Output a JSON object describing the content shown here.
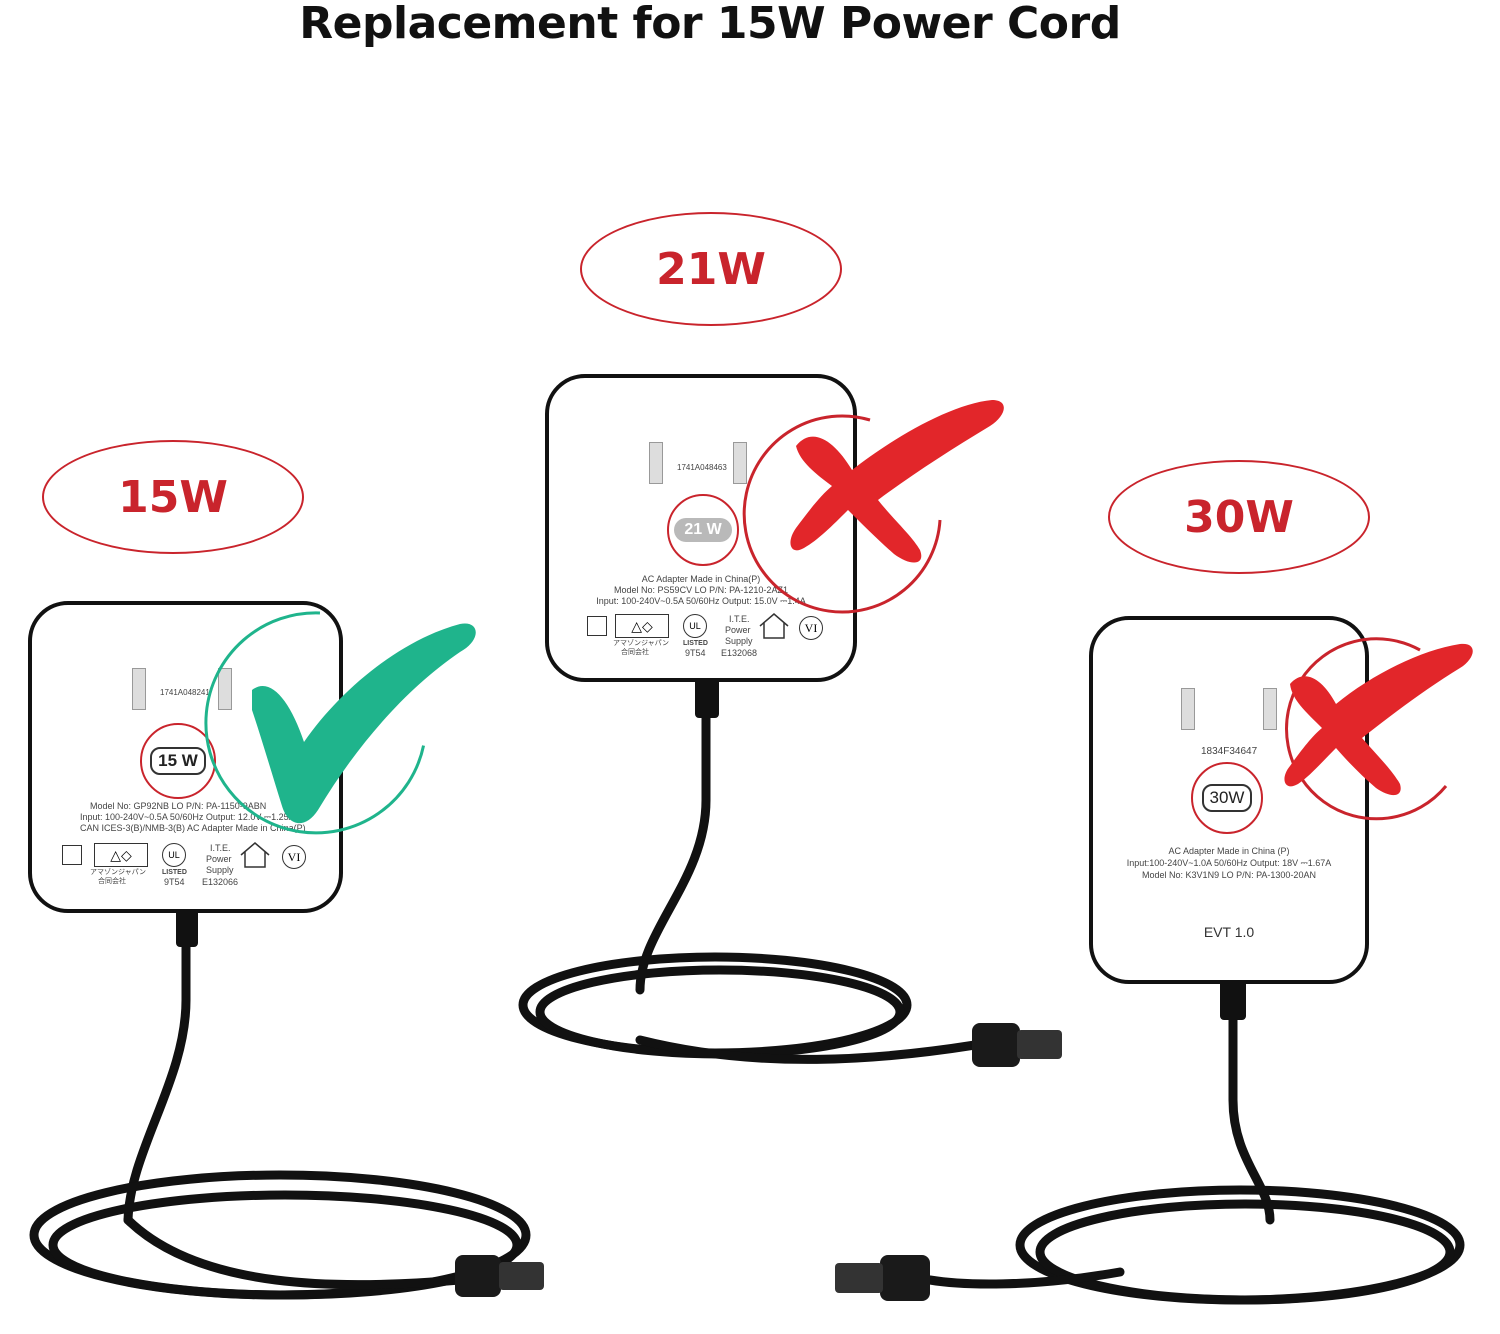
{
  "title": "Replacement for 15W  Power Cord",
  "adapters": [
    {
      "watt_label": "15W",
      "status": "compatible",
      "badge_text": "15 W",
      "serial": "1741A048241",
      "label_lines": [
        "Model No: GP92NB   LO   P/N: PA-1150-9ABN",
        "Input: 100-240V~0.5A  50/60Hz   Output: 12.0V ⎓1.25A",
        "CAN ICES-3(B)/NMB-3(B)     AC Adapter   Made in China(P)"
      ],
      "cert_text": [
        "アマゾンジャパン",
        "合同会社",
        "LISTED",
        "9T54",
        "I.T.E.",
        "Power",
        "Supply",
        "E132066",
        "VI"
      ]
    },
    {
      "watt_label": "21W",
      "status": "incompatible",
      "badge_text": "21 W",
      "serial": "1741A048463",
      "label_lines": [
        "AC Adapter  Made in China(P)",
        "Model No: PS59CV  LO  P/N: PA-1210-2AZ1",
        "Input: 100-240V~0.5A  50/60Hz  Output: 15.0V ⎓1.4A"
      ],
      "cert_text": [
        "アマゾンジャパン",
        "合同会社",
        "LISTED",
        "9T54",
        "I.T.E.",
        "Power",
        "Supply",
        "E132068",
        "VI"
      ]
    },
    {
      "watt_label": "30W",
      "status": "incompatible",
      "badge_text": "30W",
      "serial": "1834F34647",
      "label_lines": [
        "AC Adapter Made in China (P)",
        "Input:100-240V~1.0A   50/60Hz  Output: 18V ⎓1.67A",
        "Model No: K3V1N9  LO P/N: PA-1300-20AN"
      ],
      "version": "EVT 1.0"
    }
  ],
  "colors": {
    "accent_red": "#c9242c",
    "cross_red": "#e2262a",
    "check_green": "#1fb48c",
    "cable": "#111111"
  },
  "icons": [
    "check-icon",
    "cross-icon",
    "house-icon",
    "ul-icon"
  ]
}
